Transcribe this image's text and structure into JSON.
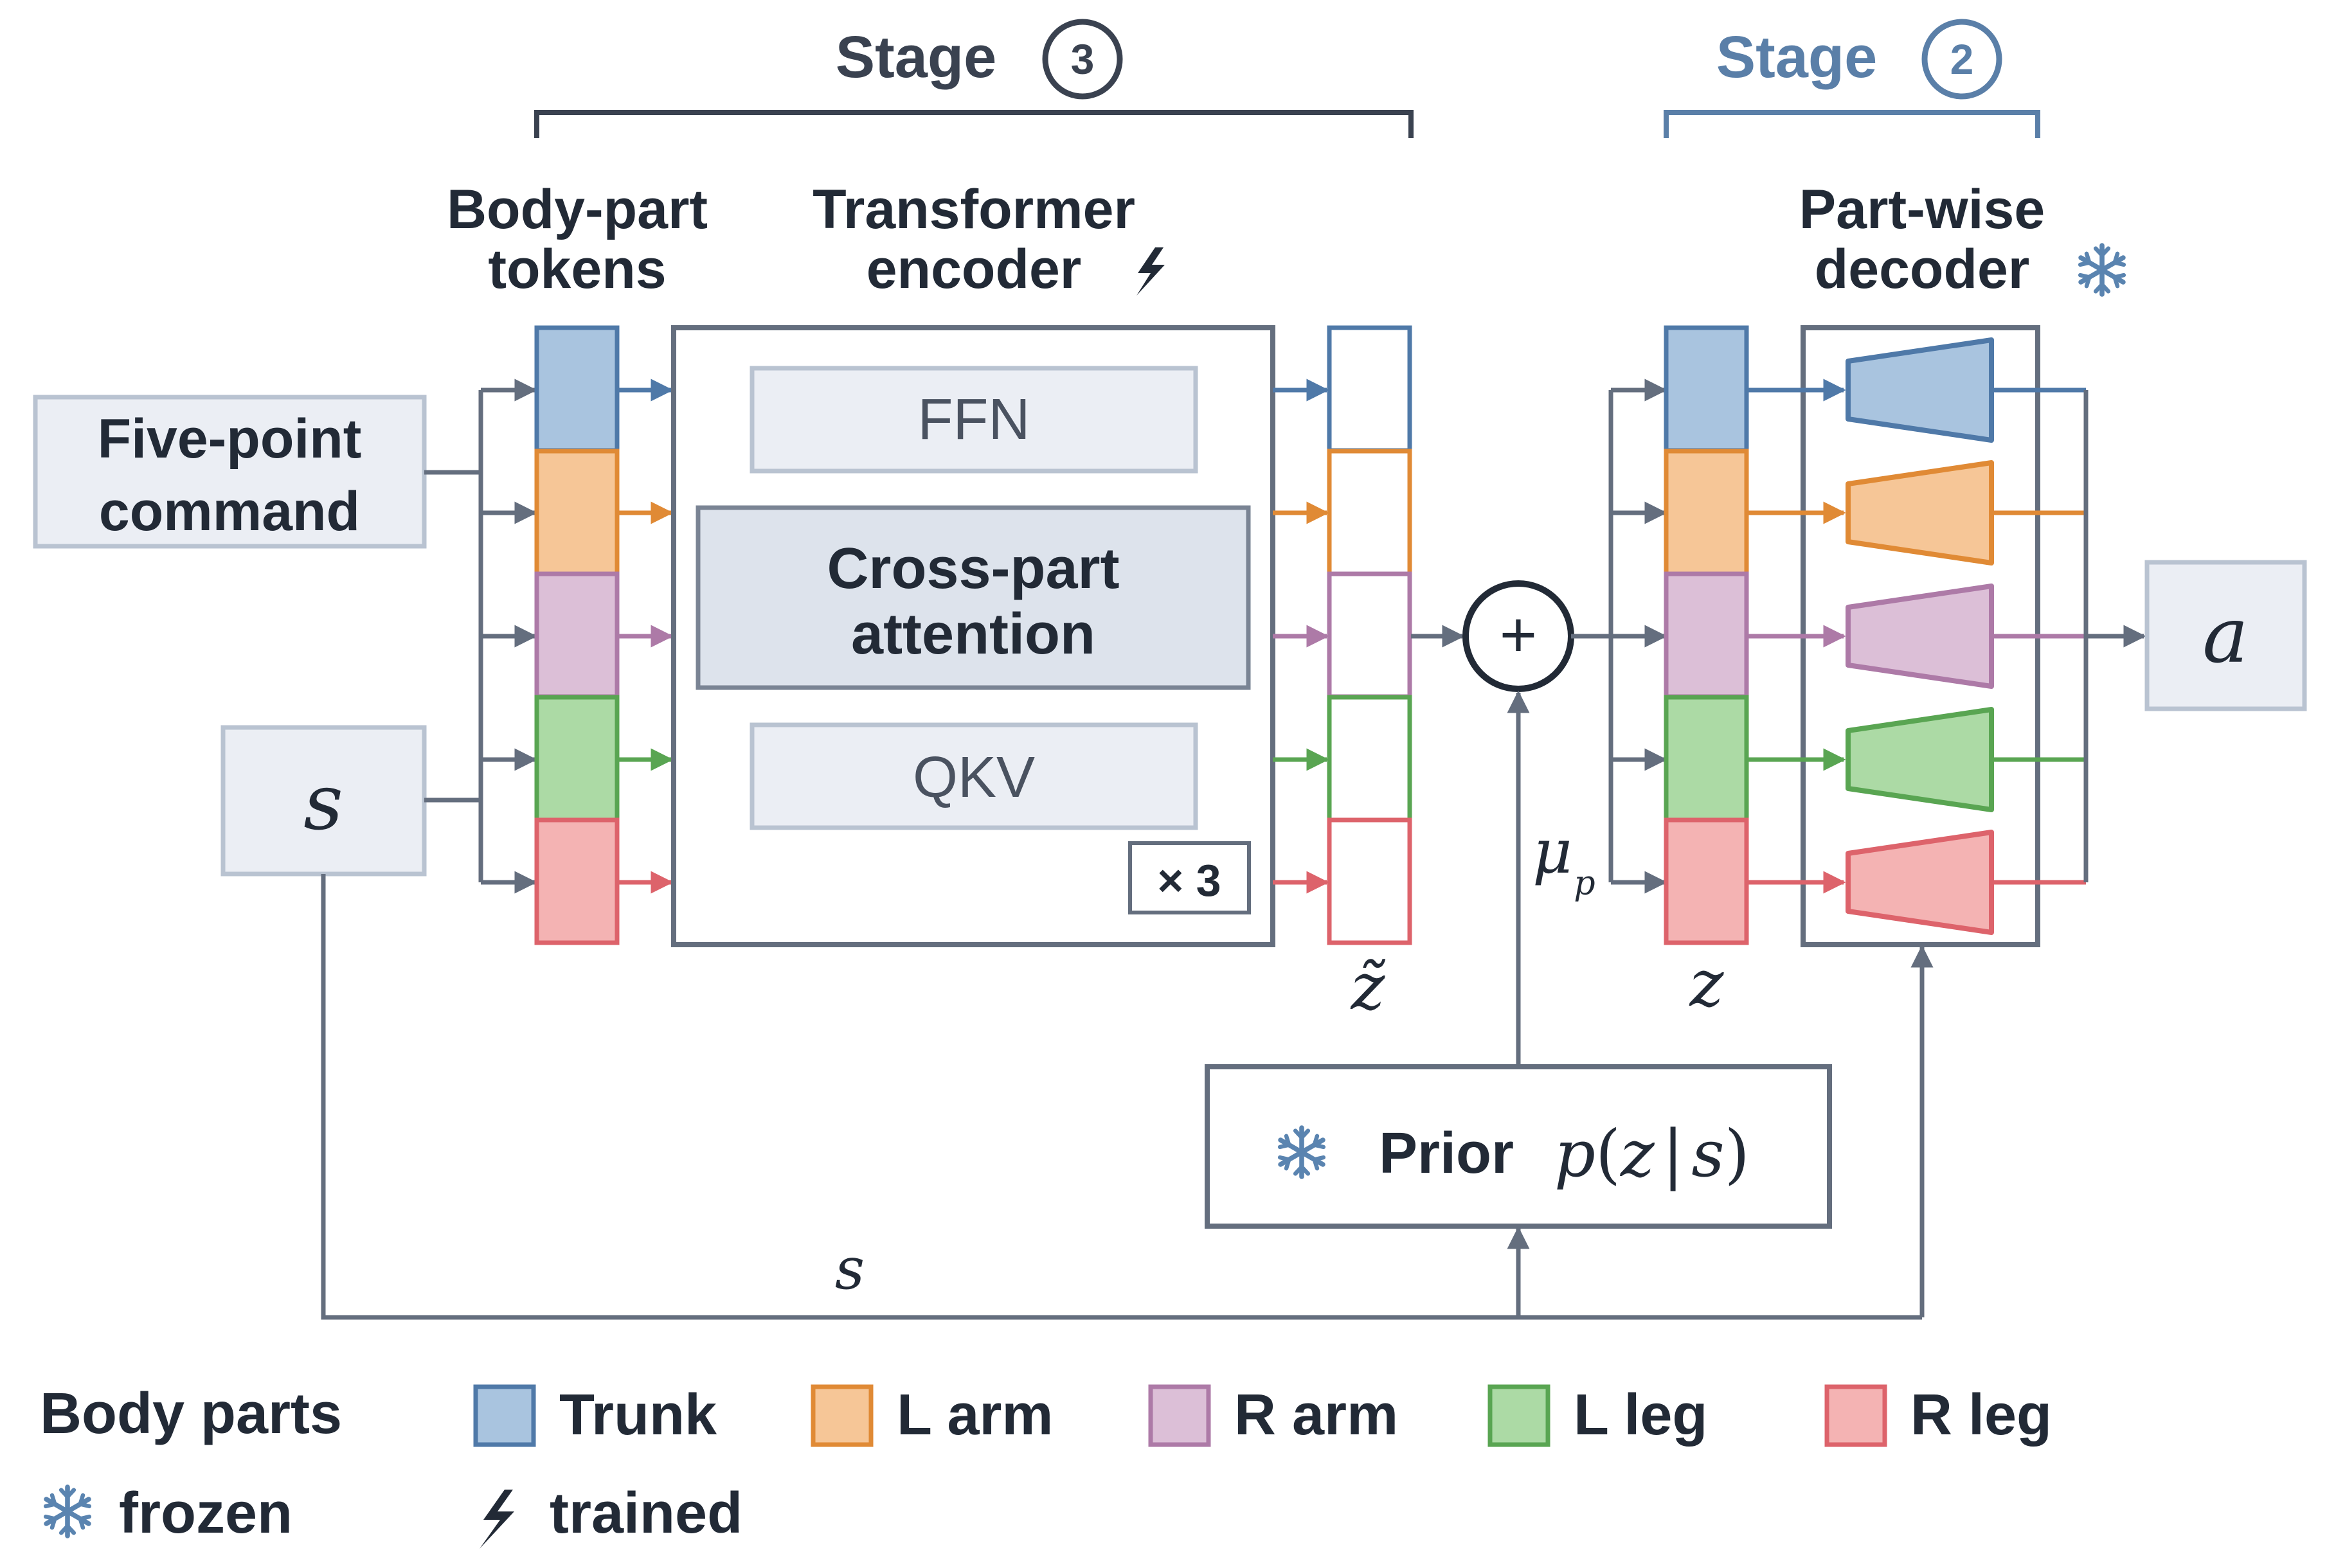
{
  "stage3": {
    "label": "Stage",
    "number": "3"
  },
  "stage2": {
    "label": "Stage",
    "number": "2"
  },
  "headers": {
    "tokens": [
      "Body-part",
      "tokens"
    ],
    "encoder": [
      "Transformer",
      "encoder"
    ],
    "decoder": [
      "Part-wise",
      "decoder"
    ]
  },
  "inputs": {
    "command": [
      "Five-point",
      "command"
    ],
    "state": "s"
  },
  "encoder": {
    "ffn": "FFN",
    "attention": [
      "Cross-part",
      "attention"
    ],
    "qkv": "QKV",
    "repeat": "× 3"
  },
  "symbols": {
    "z_tilde": "z̃",
    "z": "z",
    "plus": "+",
    "mu": "μ",
    "mu_sub": "p",
    "output": "a",
    "s_bottom": "s"
  },
  "prior": {
    "label": "Prior",
    "formula": {
      "p": "p",
      "open": "(",
      "z": "z",
      "bar": "|",
      "s": "s",
      "close": ")"
    }
  },
  "icons": {
    "frozen": "snowflake-icon",
    "trained": "lightning-icon"
  },
  "legend": {
    "title": "Body parts",
    "items": [
      {
        "label": "Trunk",
        "fill": "#a9c4df",
        "stroke": "#4f79a8"
      },
      {
        "label": "L arm",
        "fill": "#f6c697",
        "stroke": "#e08a35"
      },
      {
        "label": "R arm",
        "fill": "#dcbfd7",
        "stroke": "#ad7aa7"
      },
      {
        "label": "L leg",
        "fill": "#acdaa5",
        "stroke": "#59a552"
      },
      {
        "label": "R leg",
        "fill": "#f4b3b3",
        "stroke": "#dd636b"
      }
    ],
    "frozen_label": "frozen",
    "trained_label": "trained"
  },
  "colors": {
    "gray": "#646e7e",
    "dark": "#222a36",
    "stage2": "#5a7fa8",
    "panel": "#ebeef4",
    "attention_fill": "#dde3ec",
    "snowflake": "#5a84b0"
  }
}
